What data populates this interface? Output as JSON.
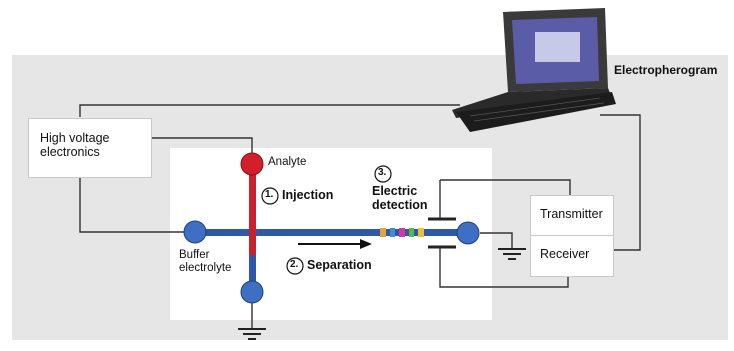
{
  "app_title": "Electropherogram",
  "boxes": {
    "high_voltage": "High voltage electronics",
    "transmitter": "Transmitter",
    "receiver": "Receiver"
  },
  "labels": {
    "analyte": "Analyte",
    "buffer_electrolyte": "Buffer electrolyte"
  },
  "steps": [
    {
      "number": "1.",
      "label": "Injection"
    },
    {
      "number": "2.",
      "label": "Separation"
    },
    {
      "number": "3.",
      "label": "Electric detection"
    }
  ],
  "icons": [
    "laptop-icon",
    "ground-icon"
  ],
  "colors": {
    "panel": "#e6e6e6",
    "capillary": "#2f58a8",
    "injection_plug": "#c7202e",
    "reservoir_blue": "#3f6fc4",
    "reservoir_red": "#d21f2b"
  }
}
